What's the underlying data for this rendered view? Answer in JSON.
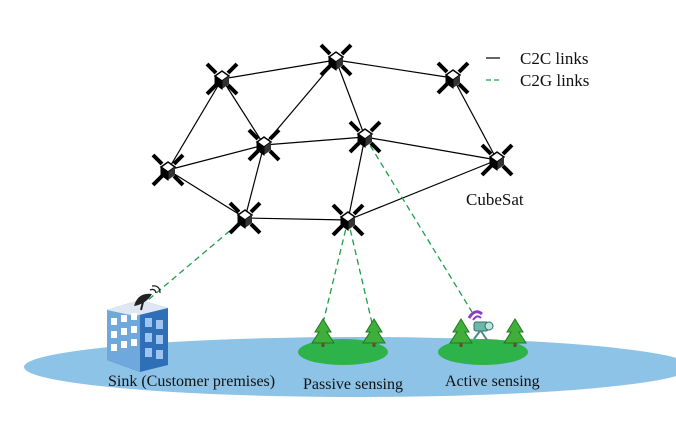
{
  "legend": {
    "c2c": "C2C links",
    "c2g": "C2G links"
  },
  "labels": {
    "cubesat": "CubeSat",
    "sink": "Sink (Customer premises)",
    "passive": "Passive sensing",
    "active": "Active sensing"
  },
  "colors": {
    "c2c_link": "#000000",
    "c2g_link": "#1f9e4a",
    "ground_ellipse": "#8dc3e6",
    "sensing_area": "#2db34a",
    "building": "#2f6fb7"
  },
  "icons": {
    "satellite": "cubesat-icon",
    "building": "building-icon",
    "dish": "satellite-dish-icon",
    "tree": "tree-icon",
    "rover": "active-sensor-icon"
  }
}
